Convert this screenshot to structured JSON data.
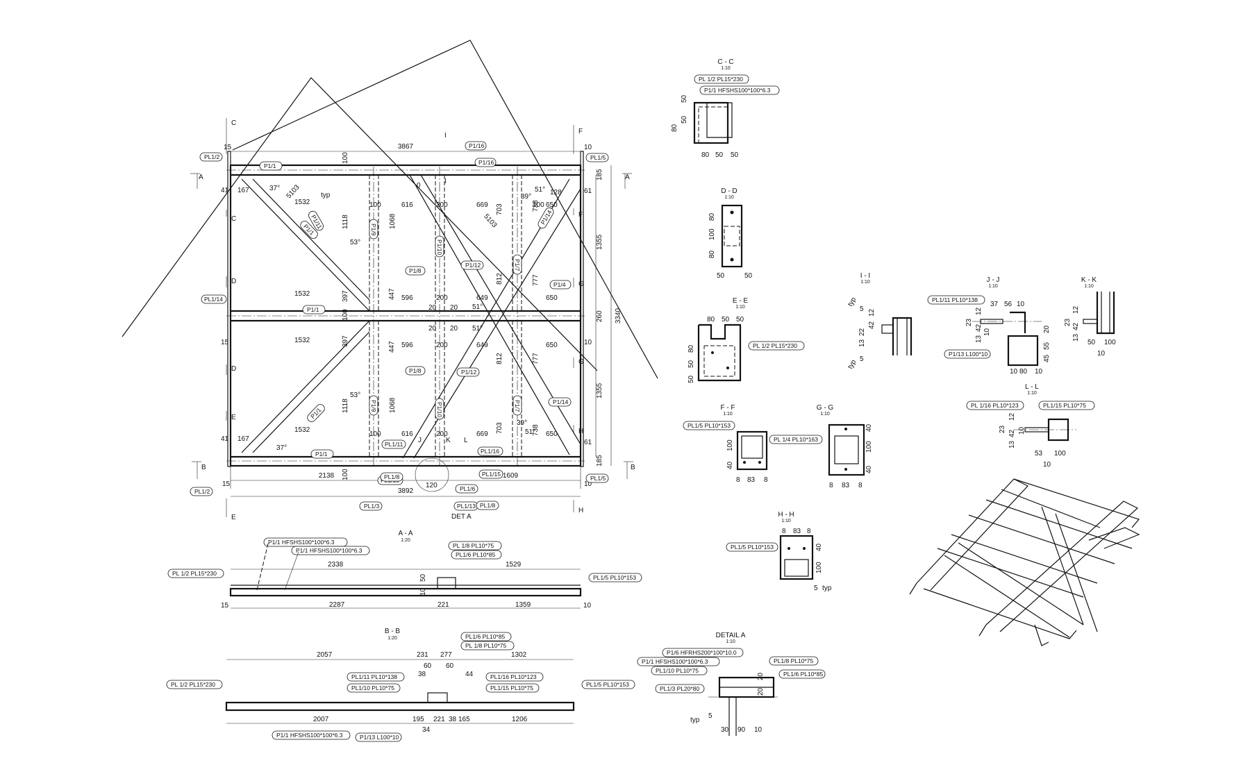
{
  "views": {
    "plan": {
      "overall": [
        "3867",
        "3892",
        "2138",
        "1609",
        "3340"
      ],
      "left_dims": [
        "15",
        "41",
        "167",
        "1532",
        "1532",
        "1532",
        "1532",
        "167",
        "41",
        "15"
      ],
      "vert_dims": [
        "100",
        "1118",
        "1068",
        "397",
        "100",
        "397",
        "1068",
        "1118",
        "100",
        "447",
        "447",
        "812",
        "812",
        "777",
        "777",
        "703",
        "703",
        "738",
        "738"
      ],
      "right_dims": [
        "10",
        "185",
        "61",
        "1355",
        "260",
        "1355",
        "61",
        "185",
        "10"
      ],
      "mid_dims": [
        "100",
        "616",
        "200",
        "669",
        "128",
        "650",
        "100",
        "596",
        "200",
        "649",
        "650",
        "596",
        "200",
        "649",
        "650",
        "100",
        "616",
        "200",
        "669",
        "650",
        "120",
        "20",
        "20",
        "20",
        "20",
        "0"
      ],
      "angles": [
        "37°",
        "53°",
        "51°",
        "39°",
        "51°",
        "51°",
        "53°",
        "37°",
        "39°",
        "51°",
        "typ"
      ],
      "diag": "5103",
      "section_marks": [
        "C",
        "C",
        "A",
        "A",
        "F",
        "F",
        "D",
        "D",
        "G",
        "G",
        "E",
        "E",
        "B",
        "B",
        "H",
        "H",
        "I",
        "I",
        "J",
        "K",
        "L"
      ],
      "det": "DET A",
      "tags": [
        "PL1/2",
        "P1/1",
        "PL1/5",
        "PL1/14",
        "P1/1",
        "P1/1",
        "P1/4",
        "PL1/2",
        "PL1/5",
        "PL1/3",
        "PL1/13",
        "P1/11",
        "P1/12",
        "P1/8",
        "P1/8",
        "P1/12",
        "P1/14",
        "P1/14",
        "PL1/6",
        "PL1/10",
        "PL1/11",
        "PL1/15",
        "PL1/16",
        "P1/1",
        "P1/1",
        "P1/9",
        "P1/9",
        "P1/10",
        "P1/10",
        "P1/7",
        "P1/7",
        "P1/16",
        "P1/16",
        "PL1/8",
        "PL1/8"
      ]
    },
    "aa": {
      "title": "A - A",
      "scale": "1:20",
      "tags": [
        "P1/1 HFSHS100*100*6.3",
        "P1/1 HFSHS100*100*6.3",
        "PL 1/8 PL10*75",
        "PL1/6 PL10*85",
        "PL 1/2 PL15*230",
        "PL1/5 PL10*153"
      ],
      "dims": [
        "2338",
        "1529",
        "50",
        "10",
        "15",
        "2287",
        "221",
        "1359",
        "10"
      ]
    },
    "bb": {
      "title": "B - B",
      "scale": "1:20",
      "tags": [
        "PL1/6 PL10*85",
        "PL 1/8 PL10*75",
        "PL1/11 PL10*138",
        "PL1/10 PL10*75",
        "PL1/16 PL10*123",
        "PL1/15 PL10*75",
        "PL 1/2 PL15*230",
        "PL1/5 PL10*153",
        "P1/1 HFSHS100*100*6.3",
        "P1/13 L100*10"
      ],
      "dims": [
        "2057",
        "231",
        "277",
        "1302",
        "60",
        "60",
        "38",
        "44",
        "2007",
        "195",
        "221",
        "38",
        "165",
        "1206",
        "34"
      ]
    },
    "cc": {
      "title": "C - C",
      "scale": "1:10",
      "tags": [
        "PL 1/2 PL15*230",
        "P1/1 HFSHS100*100*6.3"
      ],
      "dims": [
        "50",
        "50",
        "80",
        "80",
        "50",
        "50"
      ]
    },
    "dd": {
      "title": "D - D",
      "scale": "1:10",
      "dims": [
        "80",
        "100",
        "80",
        "50",
        "50"
      ]
    },
    "ee": {
      "title": "E - E",
      "scale": "1:10",
      "tags": [
        "PL 1/2 PL15*230"
      ],
      "dims": [
        "80",
        "50",
        "50",
        "80",
        "50",
        "50"
      ]
    },
    "ff": {
      "title": "F - F",
      "scale": "1:10",
      "tags": [
        "PL1/5 PL10*153"
      ],
      "dims": [
        "100",
        "40",
        "8",
        "83",
        "8"
      ]
    },
    "gg": {
      "title": "G - G",
      "scale": "1:10",
      "tags": [
        "PL 1/4 PL10*163"
      ],
      "dims": [
        "40",
        "100",
        "40",
        "8",
        "83",
        "8"
      ]
    },
    "hh": {
      "title": "H - H",
      "scale": "1:10",
      "tags": [
        "PL1/5 PL10*153"
      ],
      "dims": [
        "8",
        "83",
        "8",
        "40",
        "100",
        "5",
        "typ"
      ]
    },
    "ii": {
      "title": "I - I",
      "scale": "1:10",
      "dims": [
        "12",
        "42",
        "22",
        "13",
        "typ",
        "5",
        "5",
        "typ"
      ]
    },
    "jj": {
      "title": "J - J",
      "scale": "1:10",
      "tags": [
        "PL1/11 PL10*138",
        "P1/13 L100*10"
      ],
      "dims": [
        "37",
        "56",
        "10",
        "12",
        "42",
        "13",
        "23",
        "10",
        "20",
        "55",
        "45",
        "10",
        "80",
        "10"
      ]
    },
    "kk": {
      "title": "K - K",
      "scale": "1:10",
      "dims": [
        "12",
        "42",
        "13",
        "23",
        "50",
        "100",
        "10"
      ]
    },
    "ll": {
      "title": "L - L",
      "scale": "1:10",
      "tags": [
        "PL 1/16 PL10*123",
        "PL1/15 PL10*75"
      ],
      "dims": [
        "12",
        "42",
        "13",
        "23",
        "10",
        "53",
        "100",
        "10"
      ]
    },
    "deta": {
      "title": "DETAIL A",
      "scale": "1:10",
      "tags": [
        "P1/6 HFRHS200*100*10.0",
        "P1/1 HFSHS100*100*6.3",
        "PL1/10 PL10*75",
        "PL1/3 PL20*80",
        "PL1/8 PL10*75",
        "PL1/6 PL10*85"
      ],
      "dims": [
        "30",
        "90",
        "10",
        "20",
        "20",
        "5",
        "typ"
      ]
    }
  }
}
